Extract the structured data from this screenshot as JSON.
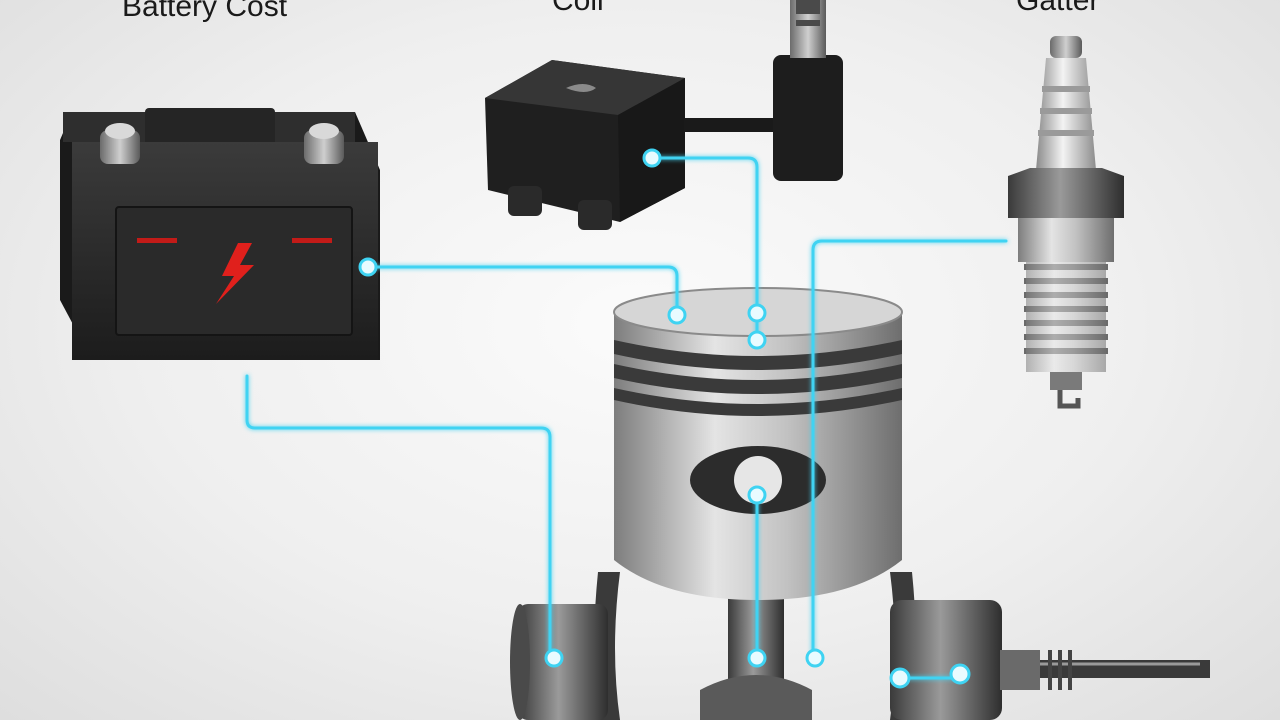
{
  "labels": {
    "battery": "Battery Cost",
    "coil": "Coil",
    "spark_plug": "Gatter"
  },
  "colors": {
    "wire": "#3fd3f2",
    "node": "#3fd3f2",
    "battery_body": "#2b2b2b",
    "bolt": "#e0201c",
    "piston_metal": "#b9b9b9",
    "ink": "#1a1a1a"
  },
  "icons": {
    "battery": "battery-icon",
    "coil": "ignition-coil-icon",
    "spark_plug": "spark-plug-icon",
    "piston": "piston-icon",
    "crankshaft": "crankshaft-icon",
    "bolt": "lightning-bolt-icon"
  }
}
